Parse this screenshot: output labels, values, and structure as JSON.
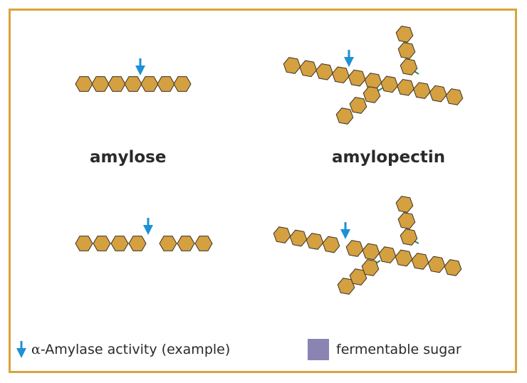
{
  "labels": {
    "amylose": "amylose",
    "amylopectin": "amylopectin"
  },
  "legend": {
    "activity_alpha": "α",
    "activity_text": "-Amylase activity (example)",
    "sugar_text": "fermentable sugar"
  },
  "colors": {
    "frame": "#d9a43d",
    "glucose_fill": "#d4a040",
    "glucose_stroke": "#3a3026",
    "arrow": "#1e90d6",
    "bond": "#2e8b57",
    "fermentable_sugar": "#8a84b3"
  },
  "icons": {
    "arrow": "down-arrow-icon",
    "glucose": "hexagon-icon",
    "sugar_swatch": "square-swatch-icon"
  }
}
